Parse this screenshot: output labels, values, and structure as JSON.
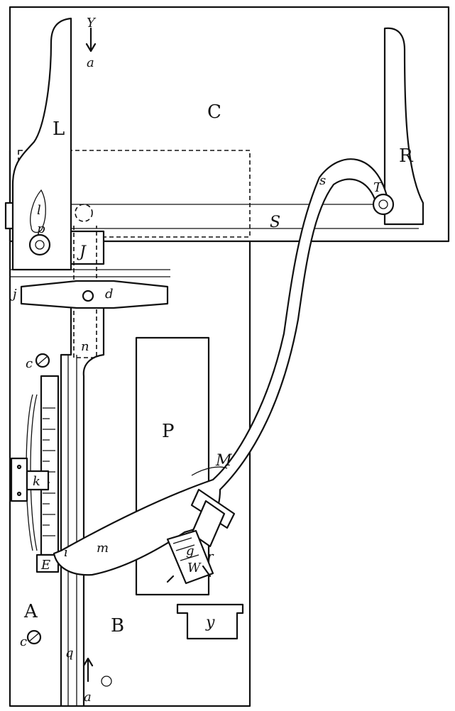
{
  "labels": {
    "C": "C",
    "L": "L",
    "R": "R",
    "S": "S",
    "s": "s",
    "T": "T",
    "Y": "Y",
    "a_top": "a",
    "a_bottom": "a",
    "l": "l",
    "p": "p",
    "J": "J",
    "j": "j",
    "d": "d",
    "n": "n",
    "c_upper": "c",
    "c_lower": "c",
    "k": "k",
    "E": "E",
    "i": "i",
    "m": "m",
    "M": "M",
    "P": "P",
    "r": "r",
    "W": "W",
    "g": "g",
    "y": "y",
    "A": "A",
    "B": "B",
    "q": "q"
  }
}
